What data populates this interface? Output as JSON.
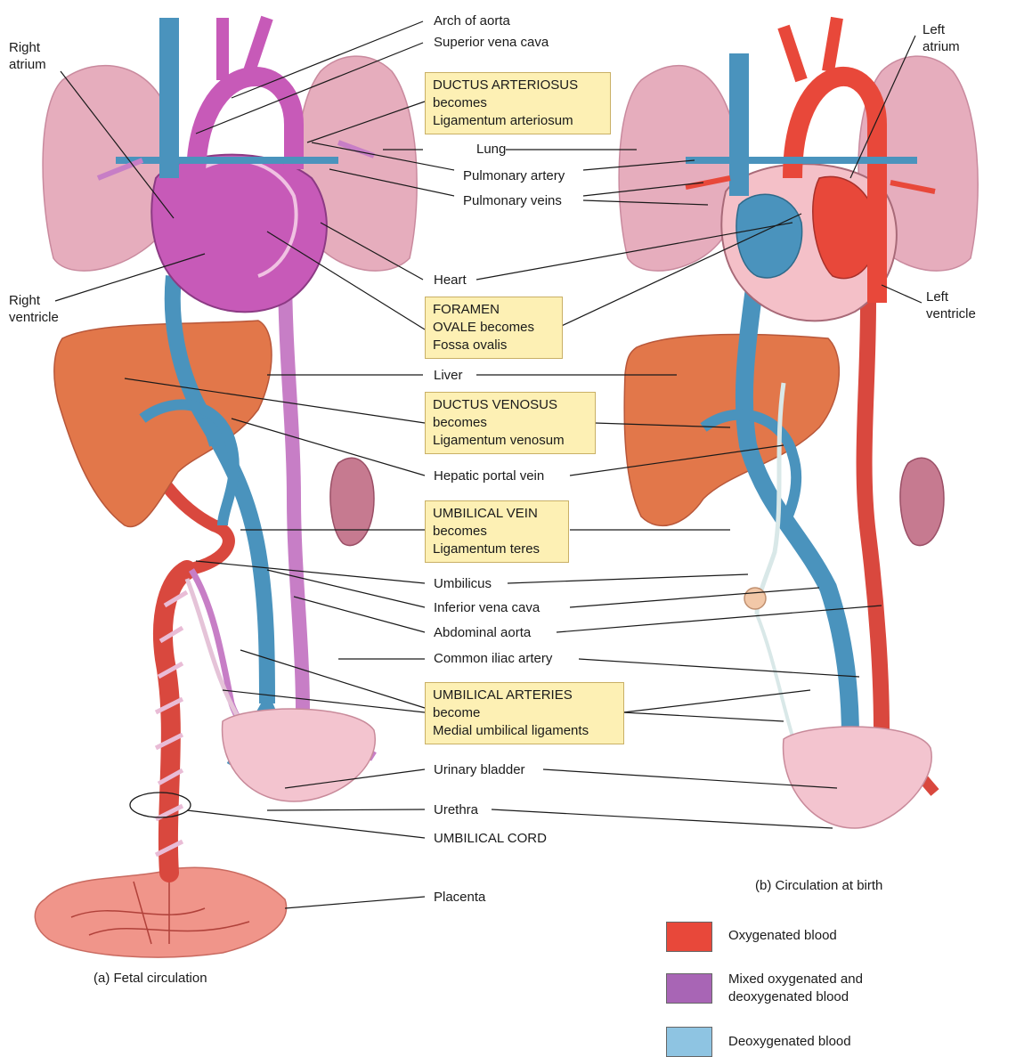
{
  "labels": {
    "arch_of_aorta": "Arch of aorta",
    "superior_vena_cava": "Superior vena cava",
    "right_atrium": "Right atrium",
    "left_atrium": "Left atrium",
    "lung": "Lung",
    "pulmonary_artery": "Pulmonary artery",
    "pulmonary_veins": "Pulmonary veins",
    "heart": "Heart",
    "right_ventricle": "Right ventricle",
    "left_ventricle": "Left ventricle",
    "liver": "Liver",
    "hepatic_portal_vein": "Hepatic portal vein",
    "umbilicus": "Umbilicus",
    "inferior_vena_cava": "Inferior vena cava",
    "abdominal_aorta": "Abdominal aorta",
    "common_iliac_artery": "Common iliac artery",
    "urinary_bladder": "Urinary bladder",
    "urethra": "Urethra",
    "umbilical_cord": "UMBILICAL CORD",
    "placenta": "Placenta"
  },
  "boxes": {
    "ductus_arteriosus": [
      "DUCTUS ARTERIOSUS",
      "becomes",
      "Ligamentum arteriosum"
    ],
    "foramen_ovale": [
      "FORAMEN",
      "OVALE becomes",
      "Fossa ovalis"
    ],
    "ductus_venosus": [
      "DUCTUS VENOSUS",
      "becomes",
      "Ligamentum venosum"
    ],
    "umbilical_vein": [
      "UMBILICAL VEIN",
      "becomes",
      "Ligamentum teres"
    ],
    "umbilical_arteries": [
      "UMBILICAL ARTERIES",
      "become",
      "Medial umbilical ligaments"
    ]
  },
  "captions": {
    "fetal": "(a) Fetal circulation",
    "birth": "(b) Circulation at birth"
  },
  "legend": [
    {
      "lines": [
        "Oxygenated blood"
      ],
      "color": "#e8483a"
    },
    {
      "lines": [
        "Mixed oxygenated and",
        "deoxygenated blood"
      ],
      "color": "#a865b5"
    },
    {
      "lines": [
        "Deoxygenated blood"
      ],
      "color": "#8ec4e2"
    }
  ],
  "colors": {
    "oxygenated": "#e8483a",
    "mixed": "#a865b5",
    "deoxygenated": "#3f8fb5",
    "lung": "#e2a8b8",
    "liver": "#e2774a",
    "heart_fetal": "#d06fc0",
    "heart_birth": "#f4c0c8",
    "label_box": "#fdf0b4"
  }
}
